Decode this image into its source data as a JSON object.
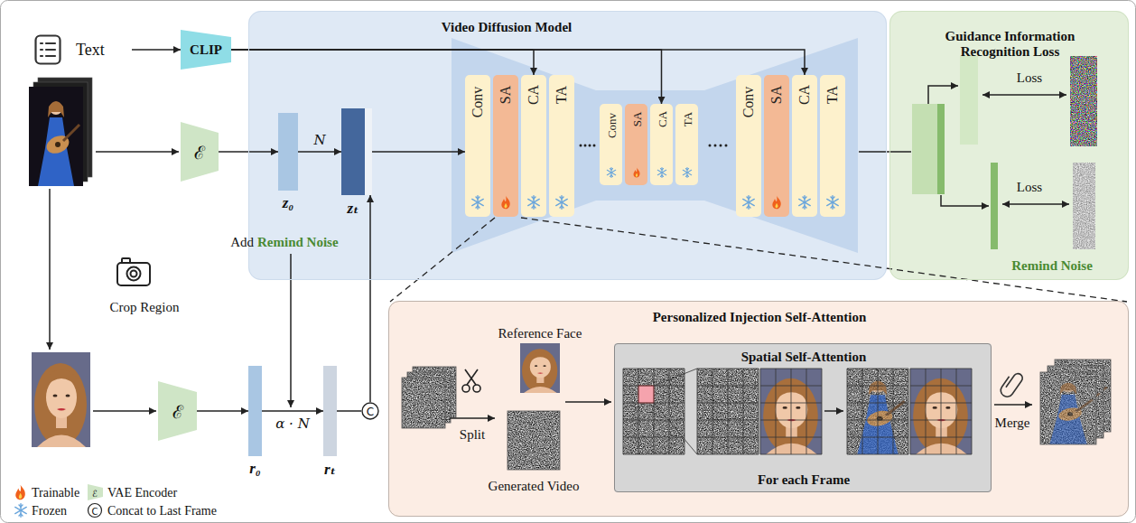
{
  "diagram": {
    "nodes": [
      {
        "text": [
          "Video Diffusion Model"
        ]
      },
      {
        "text": [
          "Guidance Information Recognition Loss"
        ]
      },
      {
        "text": [
          "Personalized Injection Self-Attention"
        ]
      },
      {
        "text": [
          "Text"
        ]
      },
      {
        "text": [
          "CLIP"
        ]
      },
      {
        "text": [
          "ℰ"
        ]
      },
      {
        "text": [
          "z₀"
        ],
        "in": 0
      },
      {
        "text": [
          "zₜ"
        ],
        "in": 0
      },
      {
        "text": [
          "Conv"
        ],
        "in": 0
      },
      {
        "text": [
          "SA"
        ],
        "in": 0
      },
      {
        "text": [
          "CA"
        ],
        "in": 0
      },
      {
        "text": [
          "TA"
        ],
        "in": 0
      },
      {
        "text": [
          "Conv"
        ],
        "in": 0
      },
      {
        "text": [
          "SA"
        ],
        "in": 0
      },
      {
        "text": [
          "CA"
        ],
        "in": 0
      },
      {
        "text": [
          "TA"
        ],
        "in": 0
      },
      {
        "text": [
          "Conv"
        ],
        "in": 0
      },
      {
        "text": [
          "SA"
        ],
        "in": 0
      },
      {
        "text": [
          "CA"
        ],
        "in": 0
      },
      {
        "text": [
          "TA"
        ],
        "in": 0
      },
      {
        "text": [
          "ℰ"
        ]
      },
      {
        "text": [
          "r₀"
        ]
      },
      {
        "text": [
          "rₜ"
        ]
      },
      {
        "text": [
          "C"
        ]
      },
      {
        "text": [
          "Spatial Self-Attention",
          "For each Frame"
        ],
        "in": 2
      }
    ],
    "edges": [
      {
        "from": 3,
        "to": 4,
        "arrow": "to"
      },
      {
        "from": 4,
        "to": 10,
        "arrow": "to"
      },
      {
        "from": 4,
        "to": 14,
        "arrow": "to"
      },
      {
        "from": 4,
        "to": 18,
        "arrow": "to"
      },
      {
        "from": 5,
        "to": 6,
        "arrow": "to"
      },
      {
        "from": 6,
        "to": 7,
        "label": "N",
        "arrow": "to"
      },
      {
        "from": 7,
        "to": 8,
        "arrow": "to"
      },
      {
        "from": 20,
        "to": 21,
        "arrow": "to"
      },
      {
        "from": 21,
        "to": 22,
        "label": "α · N",
        "arrow": "to"
      },
      {
        "from": 22,
        "to": 23,
        "arrow": "none"
      },
      {
        "from": 23,
        "to": 7,
        "arrow": "to"
      }
    ],
    "labels": [
      "Crop Region",
      "Add",
      "Remind Noise",
      "Loss",
      "Loss",
      "Remind Noise",
      "Reference Face",
      "Generated Video",
      "Split",
      "Merge",
      "ℰ",
      "C"
    ],
    "legend": [
      {
        "text": "Trainable"
      },
      {
        "text": "VAE Encoder"
      },
      {
        "text": "Frozen"
      },
      {
        "text": "Concat to Last Frame"
      }
    ]
  }
}
